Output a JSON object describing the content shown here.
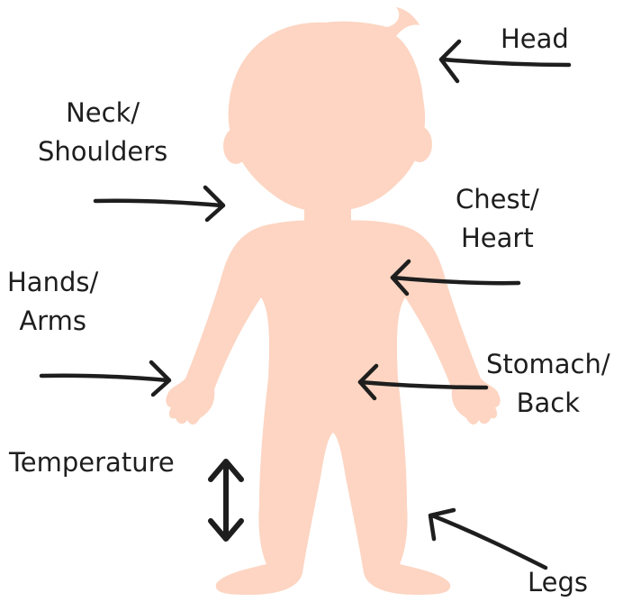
{
  "labels": {
    "head": "Head",
    "neck": [
      "Neck/",
      "Shoulders"
    ],
    "chest": [
      "Chest/",
      "Heart"
    ],
    "hands": [
      "Hands/",
      "Arms"
    ],
    "stomach": [
      "Stomach/",
      "Back"
    ],
    "temperature": "Temperature",
    "legs": "Legs"
  },
  "colors": {
    "body": "#fdd5c2",
    "arrow": "#1e1e1e",
    "background": "#ffffff"
  }
}
